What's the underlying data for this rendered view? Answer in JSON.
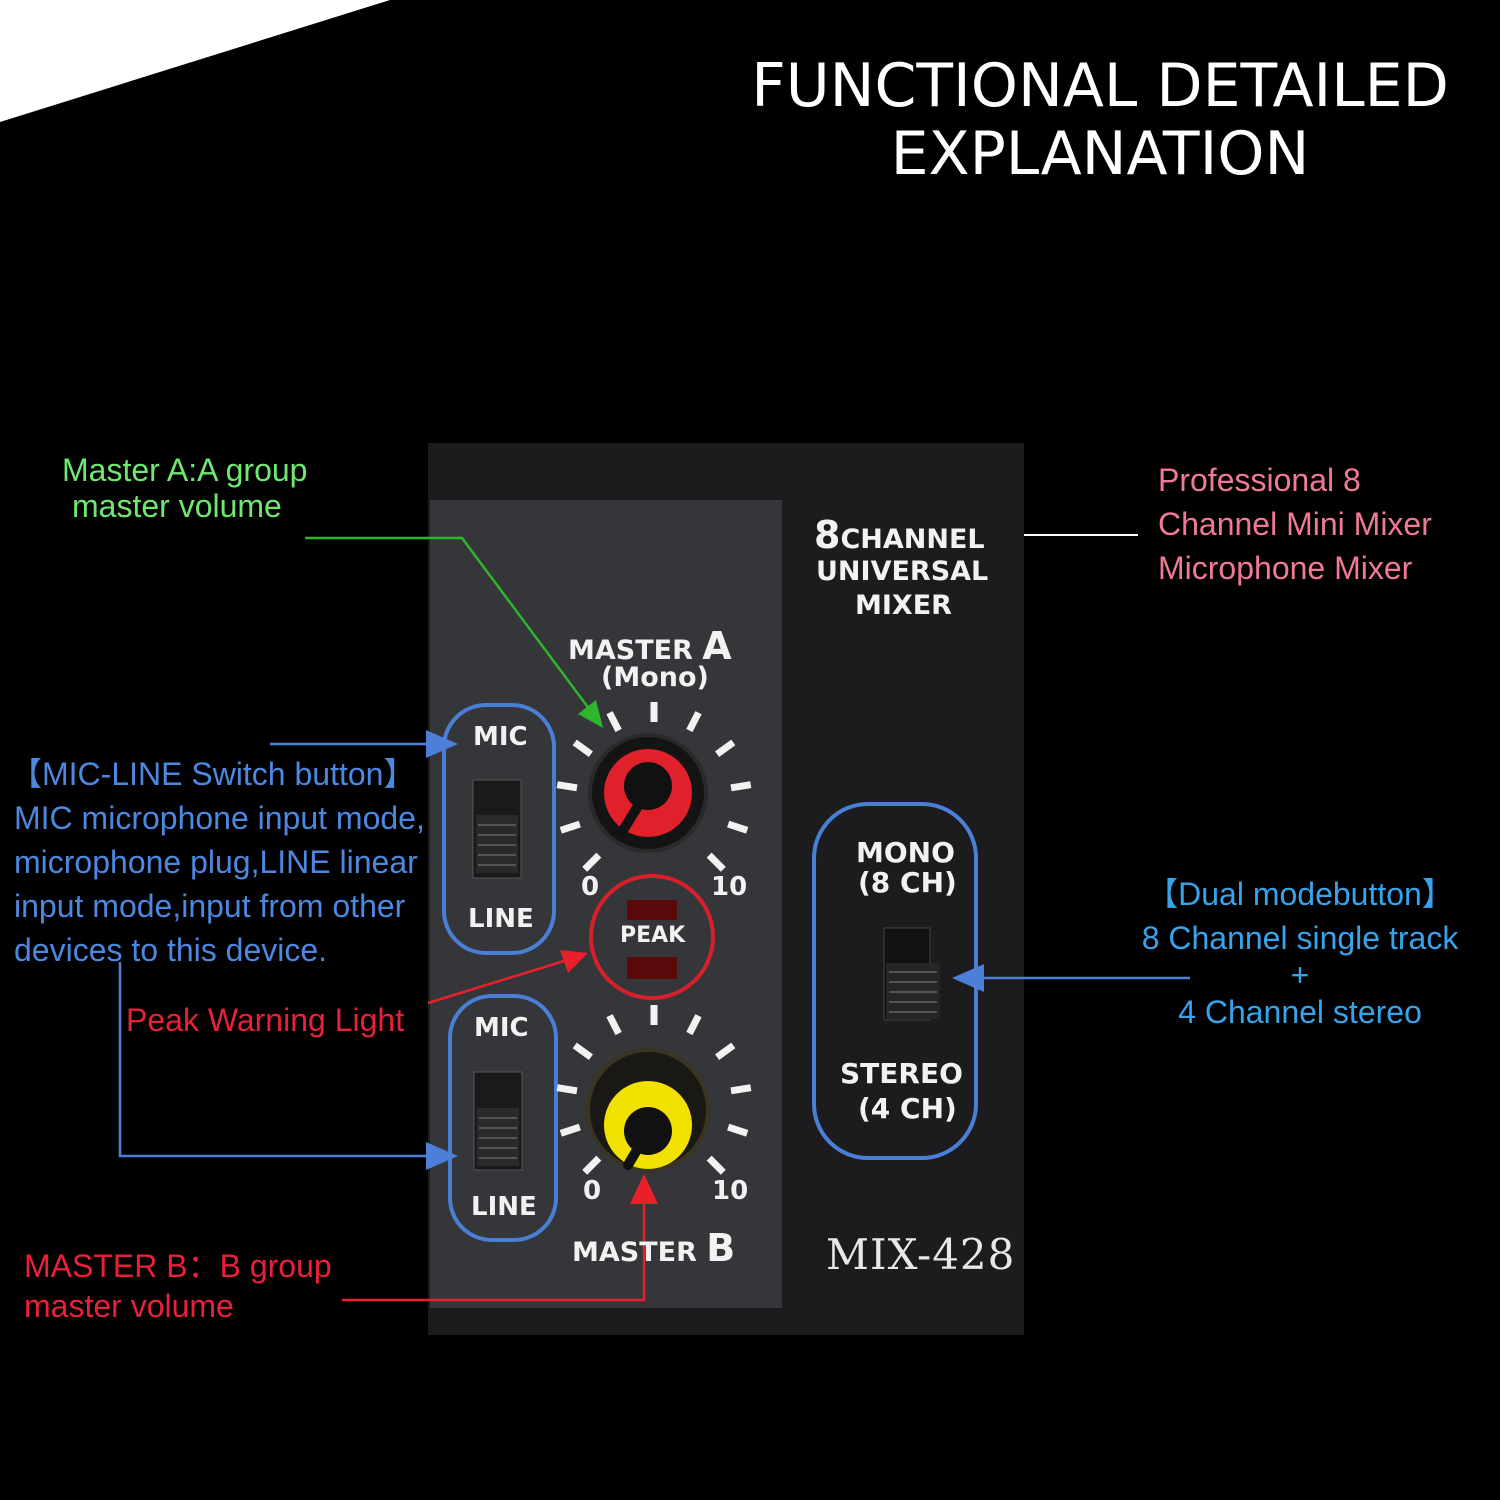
{
  "title": {
    "line1": "FUNCTIONAL DETAILED",
    "line2": "EXPLANATION"
  },
  "annotations": {
    "master_a": {
      "line1": "Master A:A group",
      "line2": "master volume",
      "color": "#6ee86e"
    },
    "professional": {
      "line1": "Professional 8",
      "line2": "Channel Mini Mixer",
      "line3": "Microphone Mixer",
      "color": "#f07a96"
    },
    "mic_line": {
      "line1": "【MIC-LINE Switch button】",
      "line2": "MIC microphone input mode,",
      "line3": "microphone plug,LINE linear",
      "line4": "input mode,input from other",
      "line5": "devices to this device.",
      "color": "#4d88e0"
    },
    "peak": {
      "text": "Peak Warning Light",
      "color": "#e8203a"
    },
    "master_b": {
      "line1": "MASTER B：B group",
      "line2": "master volume",
      "color": "#e8203a"
    },
    "dual_mode": {
      "line1": "【Dual modebutton】",
      "line2": "8 Channel single track",
      "line3": "+",
      "line4": "4 Channel stereo",
      "color": "#37a3ea"
    }
  },
  "panel": {
    "brand_line1_num": "8",
    "brand_line1_text": "CHANNEL",
    "brand_line2": "UNIVERSAL",
    "brand_line3": "MIXER",
    "master_a_label": "MASTER",
    "master_a_letter": "A",
    "master_a_sub": "(Mono)",
    "master_b_label": "MASTER",
    "master_b_letter": "B",
    "switch_top_mic": "MIC",
    "switch_top_line": "LINE",
    "switch_bottom_mic": "MIC",
    "switch_bottom_line": "LINE",
    "knob_a_min": "0",
    "knob_a_max": "10",
    "knob_b_min": "0",
    "knob_b_max": "10",
    "peak_label": "PEAK",
    "mode_top_line1": "MONO",
    "mode_top_line2": "(8 CH)",
    "mode_bottom_line1": "STEREO",
    "mode_bottom_line2": "(4 CH)",
    "model": "MIX-428",
    "knob_a_color": "#e0202a",
    "knob_b_color": "#f2e000"
  },
  "colors": {
    "background": "#000000",
    "green_arrow": "#2db52d",
    "blue_arrow": "#4d7fd8",
    "red_arrow": "#e8202a",
    "outline_blue": "#4a7fd6"
  }
}
